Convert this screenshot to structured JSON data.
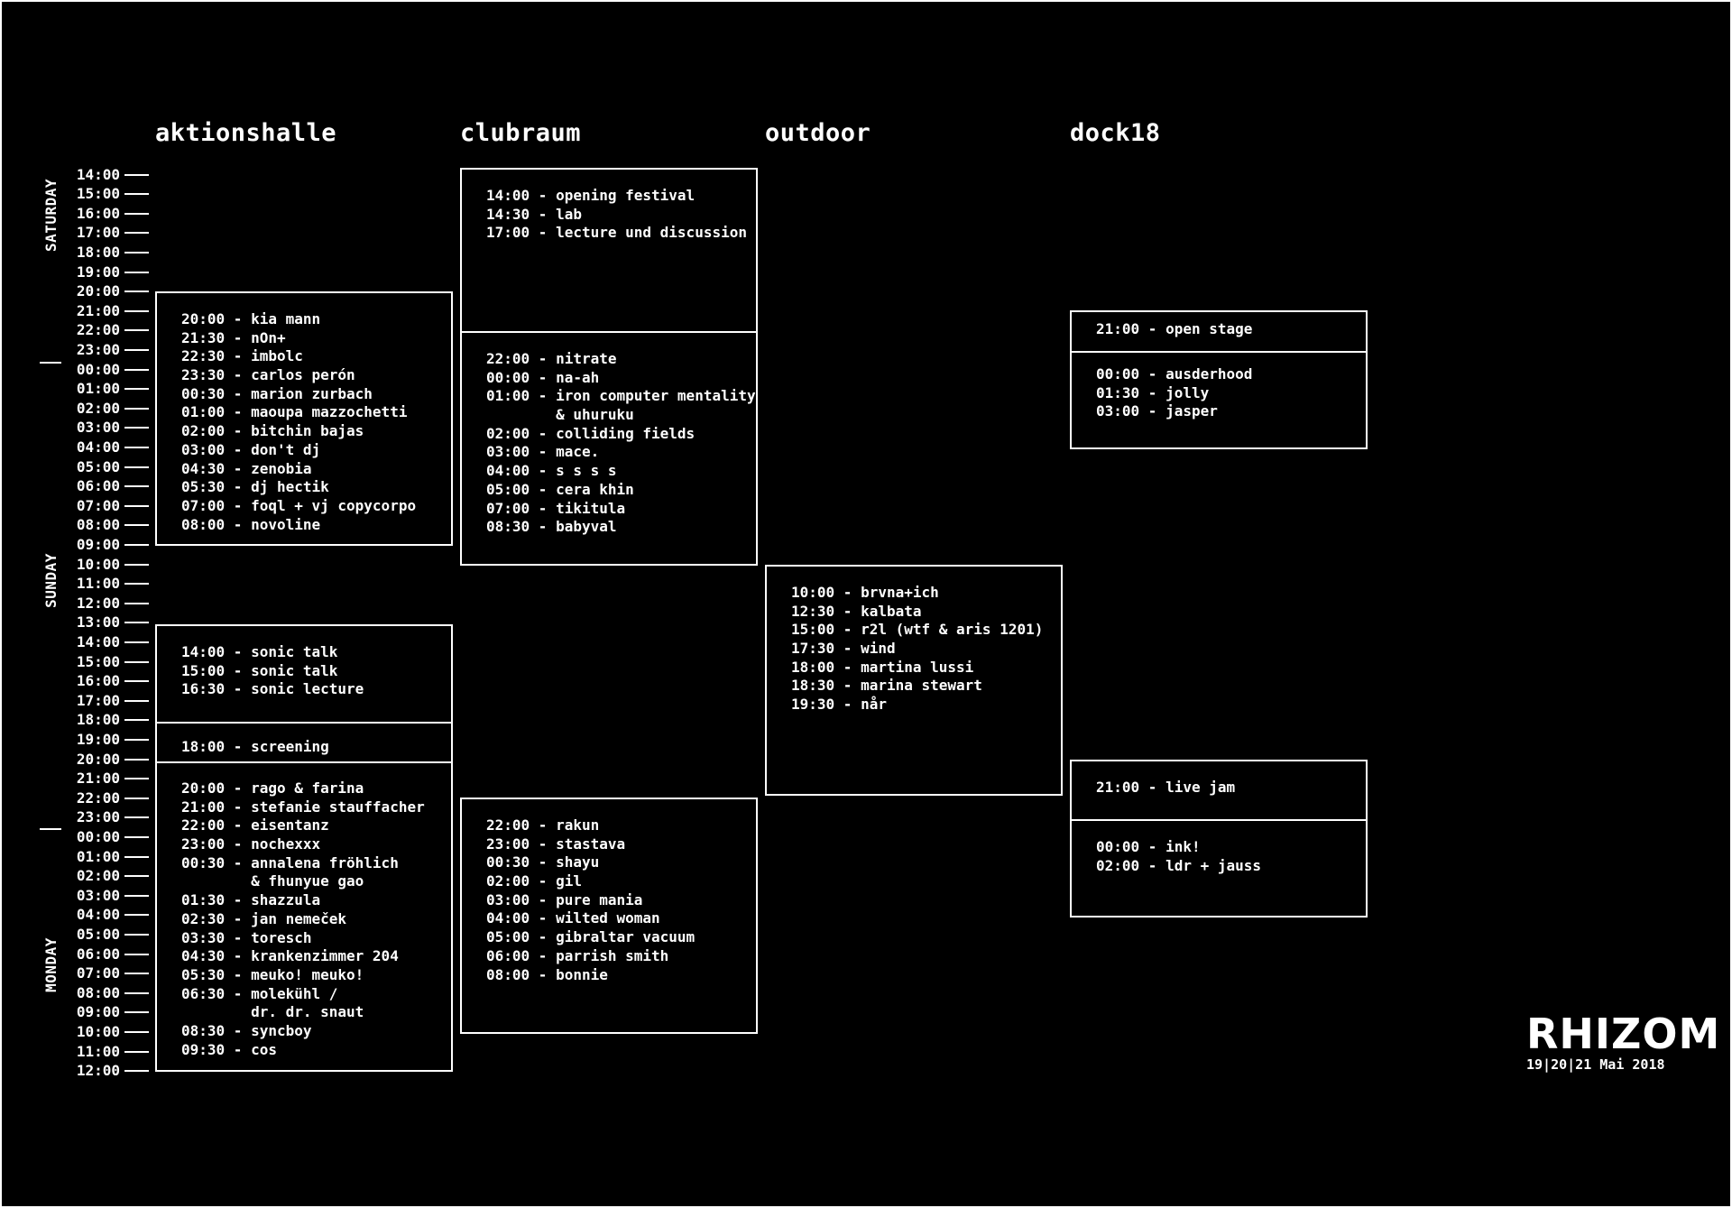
{
  "venues": [
    {
      "name": "aktionshalle"
    },
    {
      "name": "clubraum"
    },
    {
      "name": "outdoor"
    },
    {
      "name": "dock18"
    }
  ],
  "timeline": {
    "ticks": [
      "14:00",
      "15:00",
      "16:00",
      "17:00",
      "18:00",
      "19:00",
      "20:00",
      "21:00",
      "22:00",
      "23:00",
      "00:00",
      "01:00",
      "02:00",
      "03:00",
      "04:00",
      "05:00",
      "06:00",
      "07:00",
      "08:00",
      "09:00",
      "10:00",
      "11:00",
      "12:00",
      "13:00",
      "14:00",
      "15:00",
      "16:00",
      "17:00",
      "18:00",
      "19:00",
      "20:00",
      "21:00",
      "22:00",
      "23:00",
      "00:00",
      "01:00",
      "02:00",
      "03:00",
      "04:00",
      "05:00",
      "06:00",
      "07:00",
      "08:00",
      "09:00",
      "10:00",
      "11:00",
      "12:00"
    ],
    "days": [
      "SATURDAY",
      "SUNDAY",
      "MONDAY"
    ]
  },
  "schedule": {
    "aktionshalle": [
      {
        "groups": [
          [
            "20:00 - kia mann",
            "21:30 - nOn+",
            "22:30 - imbolc",
            "23:30 - carlos perón",
            "00:30 - marion zurbach",
            "01:00 - maoupa mazzochetti",
            "02:00 - bitchin bajas",
            "03:00 - don't dj",
            "04:30 - zenobia",
            "05:30 - dj hectik",
            "07:00 - foql + vj copycorpo",
            "08:00 - novoline"
          ]
        ]
      },
      {
        "groups": [
          [
            "14:00 - sonic talk",
            "15:00 - sonic talk",
            "16:30 - sonic lecture"
          ],
          [
            "18:00 - screening"
          ],
          [
            "20:00 - rago & farina",
            "21:00 - stefanie stauffacher",
            "22:00 - eisentanz",
            "23:00 - nochexxx",
            "00:30 - annalena fröhlich",
            "        & fhunyue gao",
            "01:30 - shazzula",
            "02:30 - jan nemeček",
            "03:30 - toresch",
            "04:30 - krankenzimmer 204",
            "05:30 - meuko! meuko!",
            "06:30 - molekühl /",
            "        dr. dr. snaut",
            "08:30 - syncboy",
            "09:30 - cos"
          ]
        ]
      }
    ],
    "clubraum": [
      {
        "groups": [
          [
            "14:00 - opening festival",
            "14:30 - lab",
            "17:00 - lecture und discussion"
          ],
          [
            "22:00 - nitrate",
            "00:00 - na-ah",
            "01:00 - iron computer mentality",
            "        & uhuruku",
            "02:00 - colliding fields",
            "03:00 - mace.",
            "04:00 - s s s s",
            "05:00 - cera khin",
            "07:00 - tikitula",
            "08:30 - babyval"
          ]
        ]
      },
      {
        "groups": [
          [
            "22:00 - rakun",
            "23:00 - stastava",
            "00:30 - shayu",
            "02:00 - gil",
            "03:00 - pure mania",
            "04:00 - wilted woman",
            "05:00 - gibraltar vacuum",
            "06:00 - parrish smith",
            "08:00 - bonnie"
          ]
        ]
      }
    ],
    "outdoor": [
      {
        "groups": [
          [
            "10:00 - brvna+ich",
            "12:30 - kalbata",
            "15:00 - r2l (wtf & aris 1201)",
            "17:30 - wind",
            "18:00 - martina lussi",
            "18:30 - marina stewart",
            "19:30 - når"
          ]
        ]
      }
    ],
    "dock18": [
      {
        "groups": [
          [
            "21:00 - open stage"
          ],
          [
            "00:00 - ausderhood",
            "01:30 - jolly",
            "03:00 - jasper"
          ]
        ]
      },
      {
        "groups": [
          [
            "21:00 - live jam"
          ],
          [
            "00:00 - ink!",
            "02:00 - ldr + jauss"
          ]
        ]
      }
    ]
  },
  "branding": {
    "title": "RHIZOM",
    "dates": "19|20|21 Mai 2018"
  },
  "colors": {
    "background": "#000000",
    "foreground": "#ffffff"
  }
}
